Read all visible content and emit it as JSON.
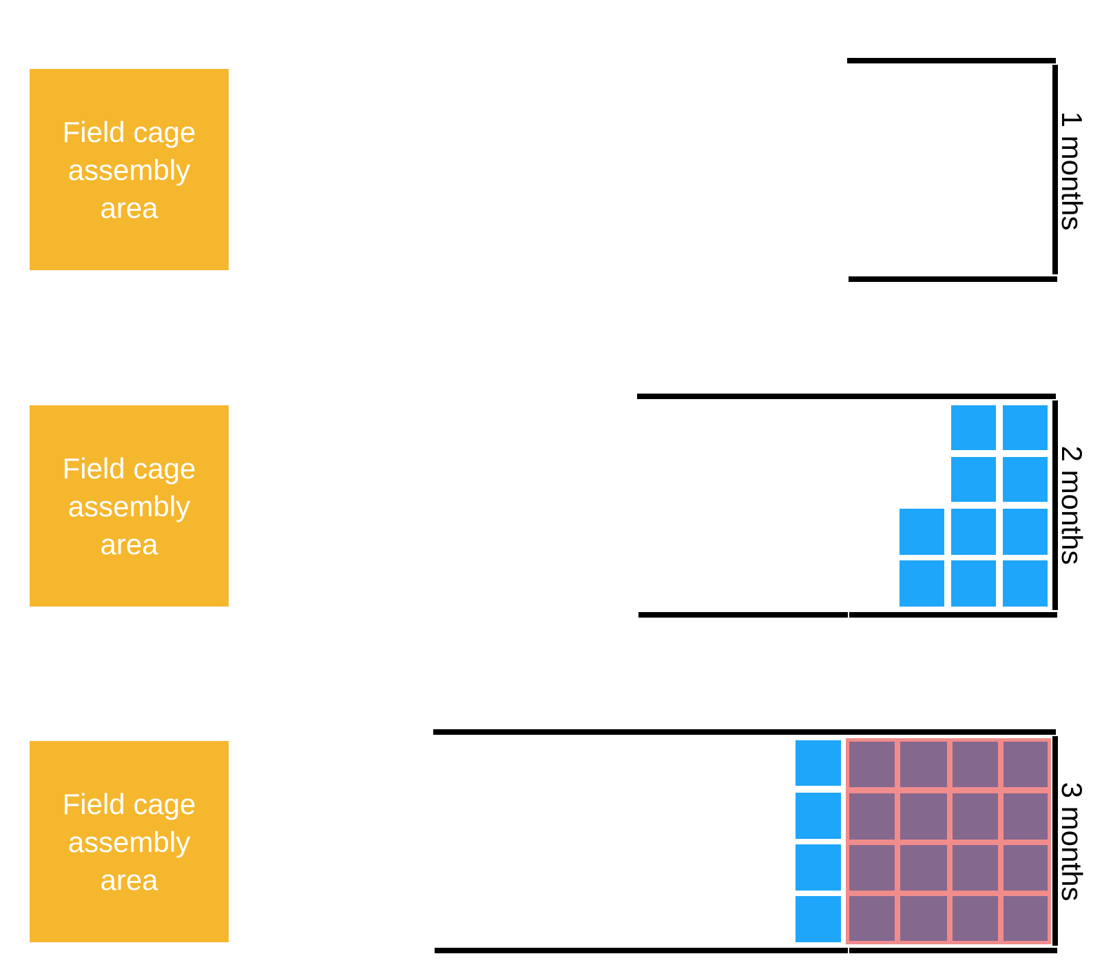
{
  "colors": {
    "assembly_area": "#f5b72e",
    "block_blue": "#1ea6fa",
    "block_purple": "#85688e",
    "block_purple_border": "#f18c8c",
    "rail": "#000000",
    "background": "#ffffff"
  },
  "panels": [
    {
      "assembly_label": "Field cage assembly area",
      "duration_label": "1 months",
      "blue_blocks": 0,
      "purple_blocks": 0
    },
    {
      "assembly_label": "Field cage assembly area",
      "duration_label": "2 months",
      "blue_blocks": 10,
      "purple_blocks": 0
    },
    {
      "assembly_label": "Field cage assembly area",
      "duration_label": "3 months",
      "blue_blocks": 4,
      "purple_blocks": 16
    }
  ]
}
